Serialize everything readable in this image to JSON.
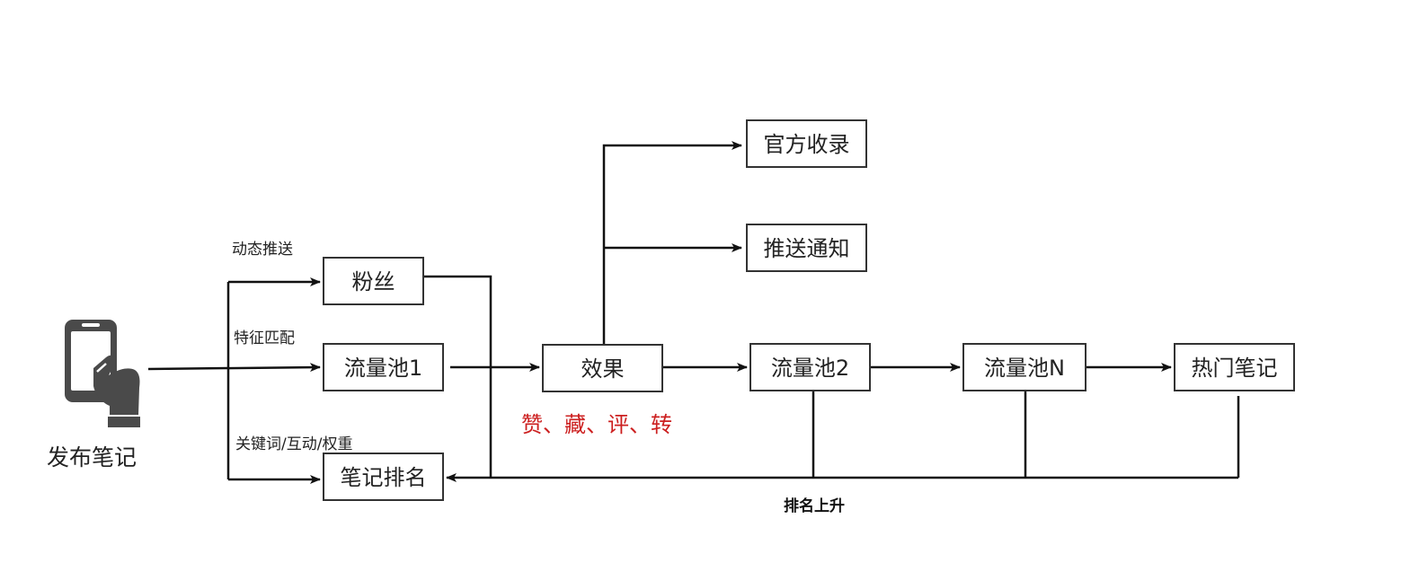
{
  "start": {
    "label": "发布笔记",
    "icon": "phone-hand-icon"
  },
  "nodes": {
    "fans": "粉丝",
    "pool1": "流量池1",
    "effect": "效果",
    "official": "官方收录",
    "push_notify": "推送通知",
    "pool2": "流量池2",
    "poolN": "流量池N",
    "hot": "热门笔记",
    "rank": "笔记排名"
  },
  "edge_labels": {
    "dynamic_push": "动态推送",
    "feature_match": "特征匹配",
    "keyword_weight": "关键词/互动/权重",
    "rank_up": "排名上升"
  },
  "effect_metrics": "赞、藏、评、转",
  "colors": {
    "line": "#111111",
    "border": "#333333",
    "metrics": "#cc1f1f",
    "icon": "#4a4a4a"
  }
}
